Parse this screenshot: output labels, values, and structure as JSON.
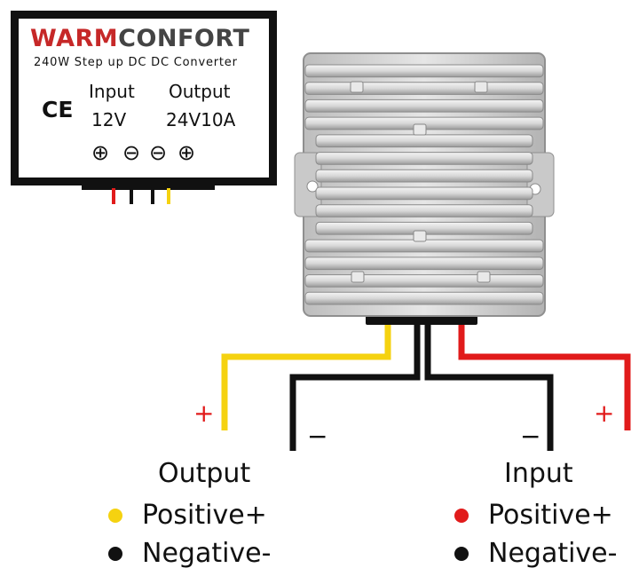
{
  "label_card": {
    "brand_warm": "WARM",
    "brand_confort": "CONFORT",
    "model": "240W  Step up DC DC Converter",
    "ce_mark": "CE",
    "input_label": "Input",
    "input_value": "12V",
    "output_label": "Output",
    "output_value": "24V10A",
    "terminals": [
      "⊕",
      "⊖",
      "⊖",
      "⊕"
    ]
  },
  "wires": {
    "output_positive_sign": "+",
    "output_negative_sign": "−",
    "input_negative_sign": "−",
    "input_positive_sign": "+"
  },
  "legend": {
    "output": {
      "title": "Output",
      "positive": "Positive+",
      "negative": "Negative-"
    },
    "input": {
      "title": "Input",
      "positive": "Positive+",
      "negative": "Negative-"
    }
  },
  "colors": {
    "red": "#e11b1b",
    "yellow": "#f5d210",
    "black": "#111111",
    "aluminum": "#d9d9d9"
  }
}
